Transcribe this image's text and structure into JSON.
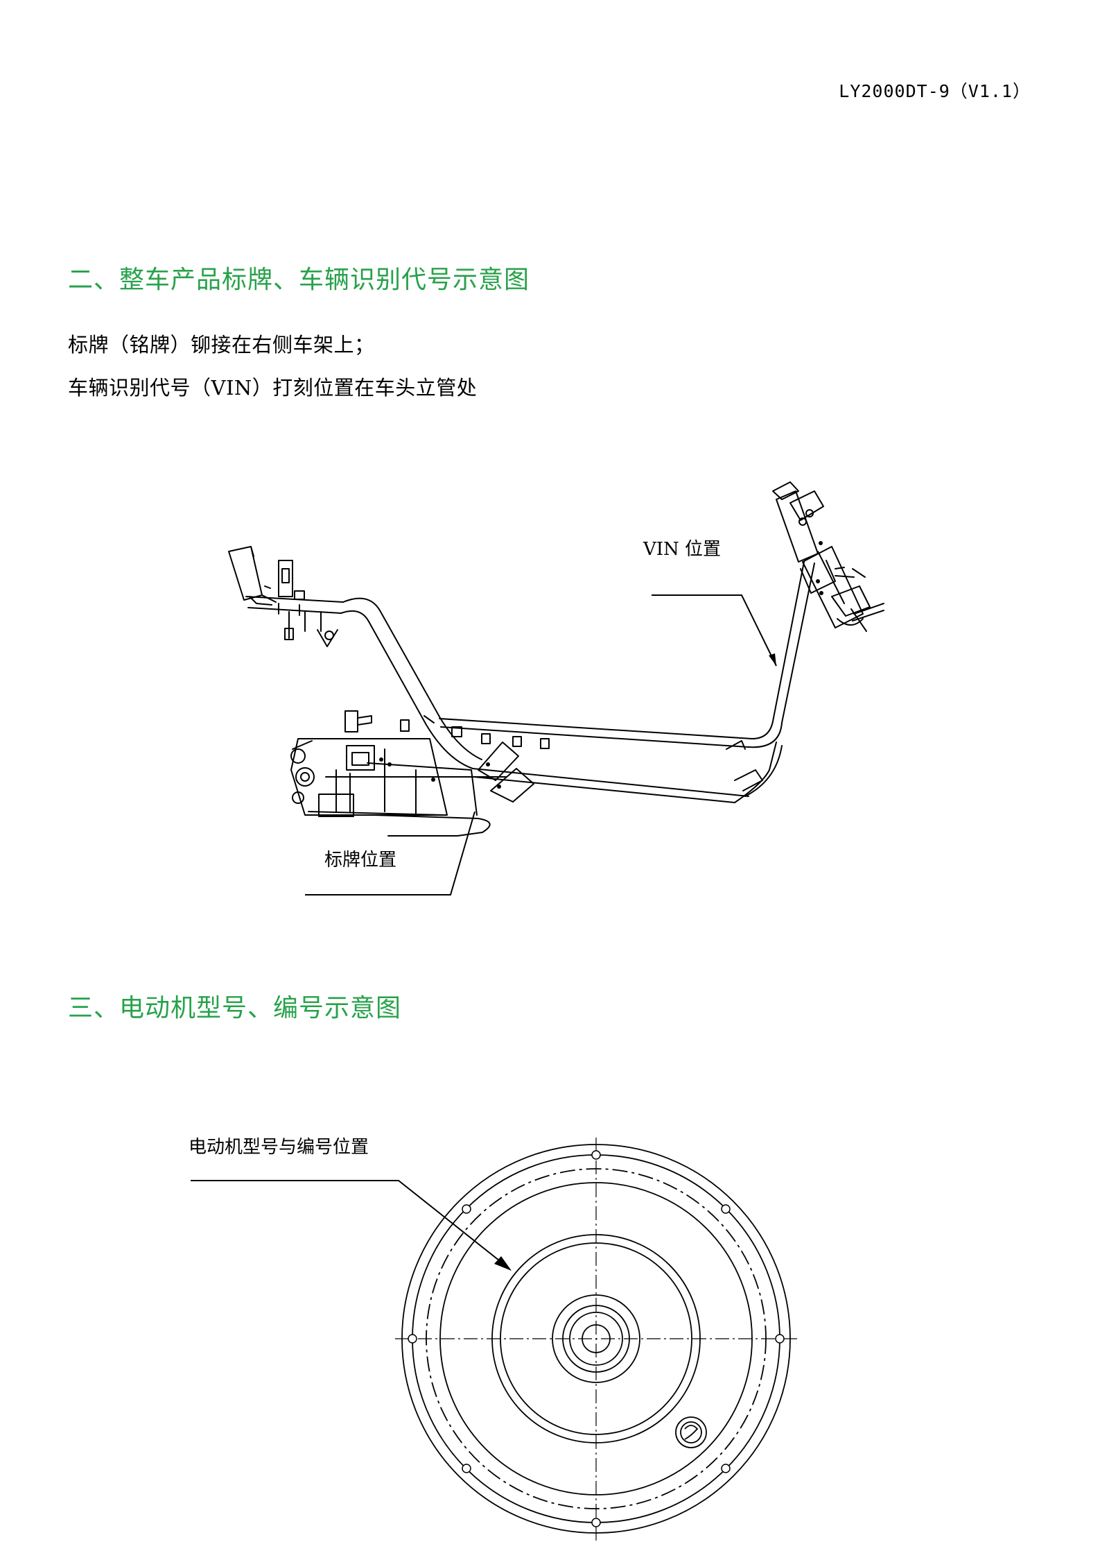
{
  "header": {
    "doc_code": "LY2000DT-9（V1.1）"
  },
  "sections": [
    {
      "heading": "二、整车产品标牌、车辆识别代号示意图",
      "body": [
        "标牌（铭牌）铆接在右侧车架上；",
        "车辆识别代号（VIN）打刻位置在车头立管处"
      ],
      "figure": {
        "labels": {
          "vin": "VIN 位置",
          "nameplate": "标牌位置"
        }
      }
    },
    {
      "heading": "三、电动机型号、编号示意图",
      "figure": {
        "labels": {
          "motor": "电动机型号与编号位置"
        }
      }
    }
  ]
}
